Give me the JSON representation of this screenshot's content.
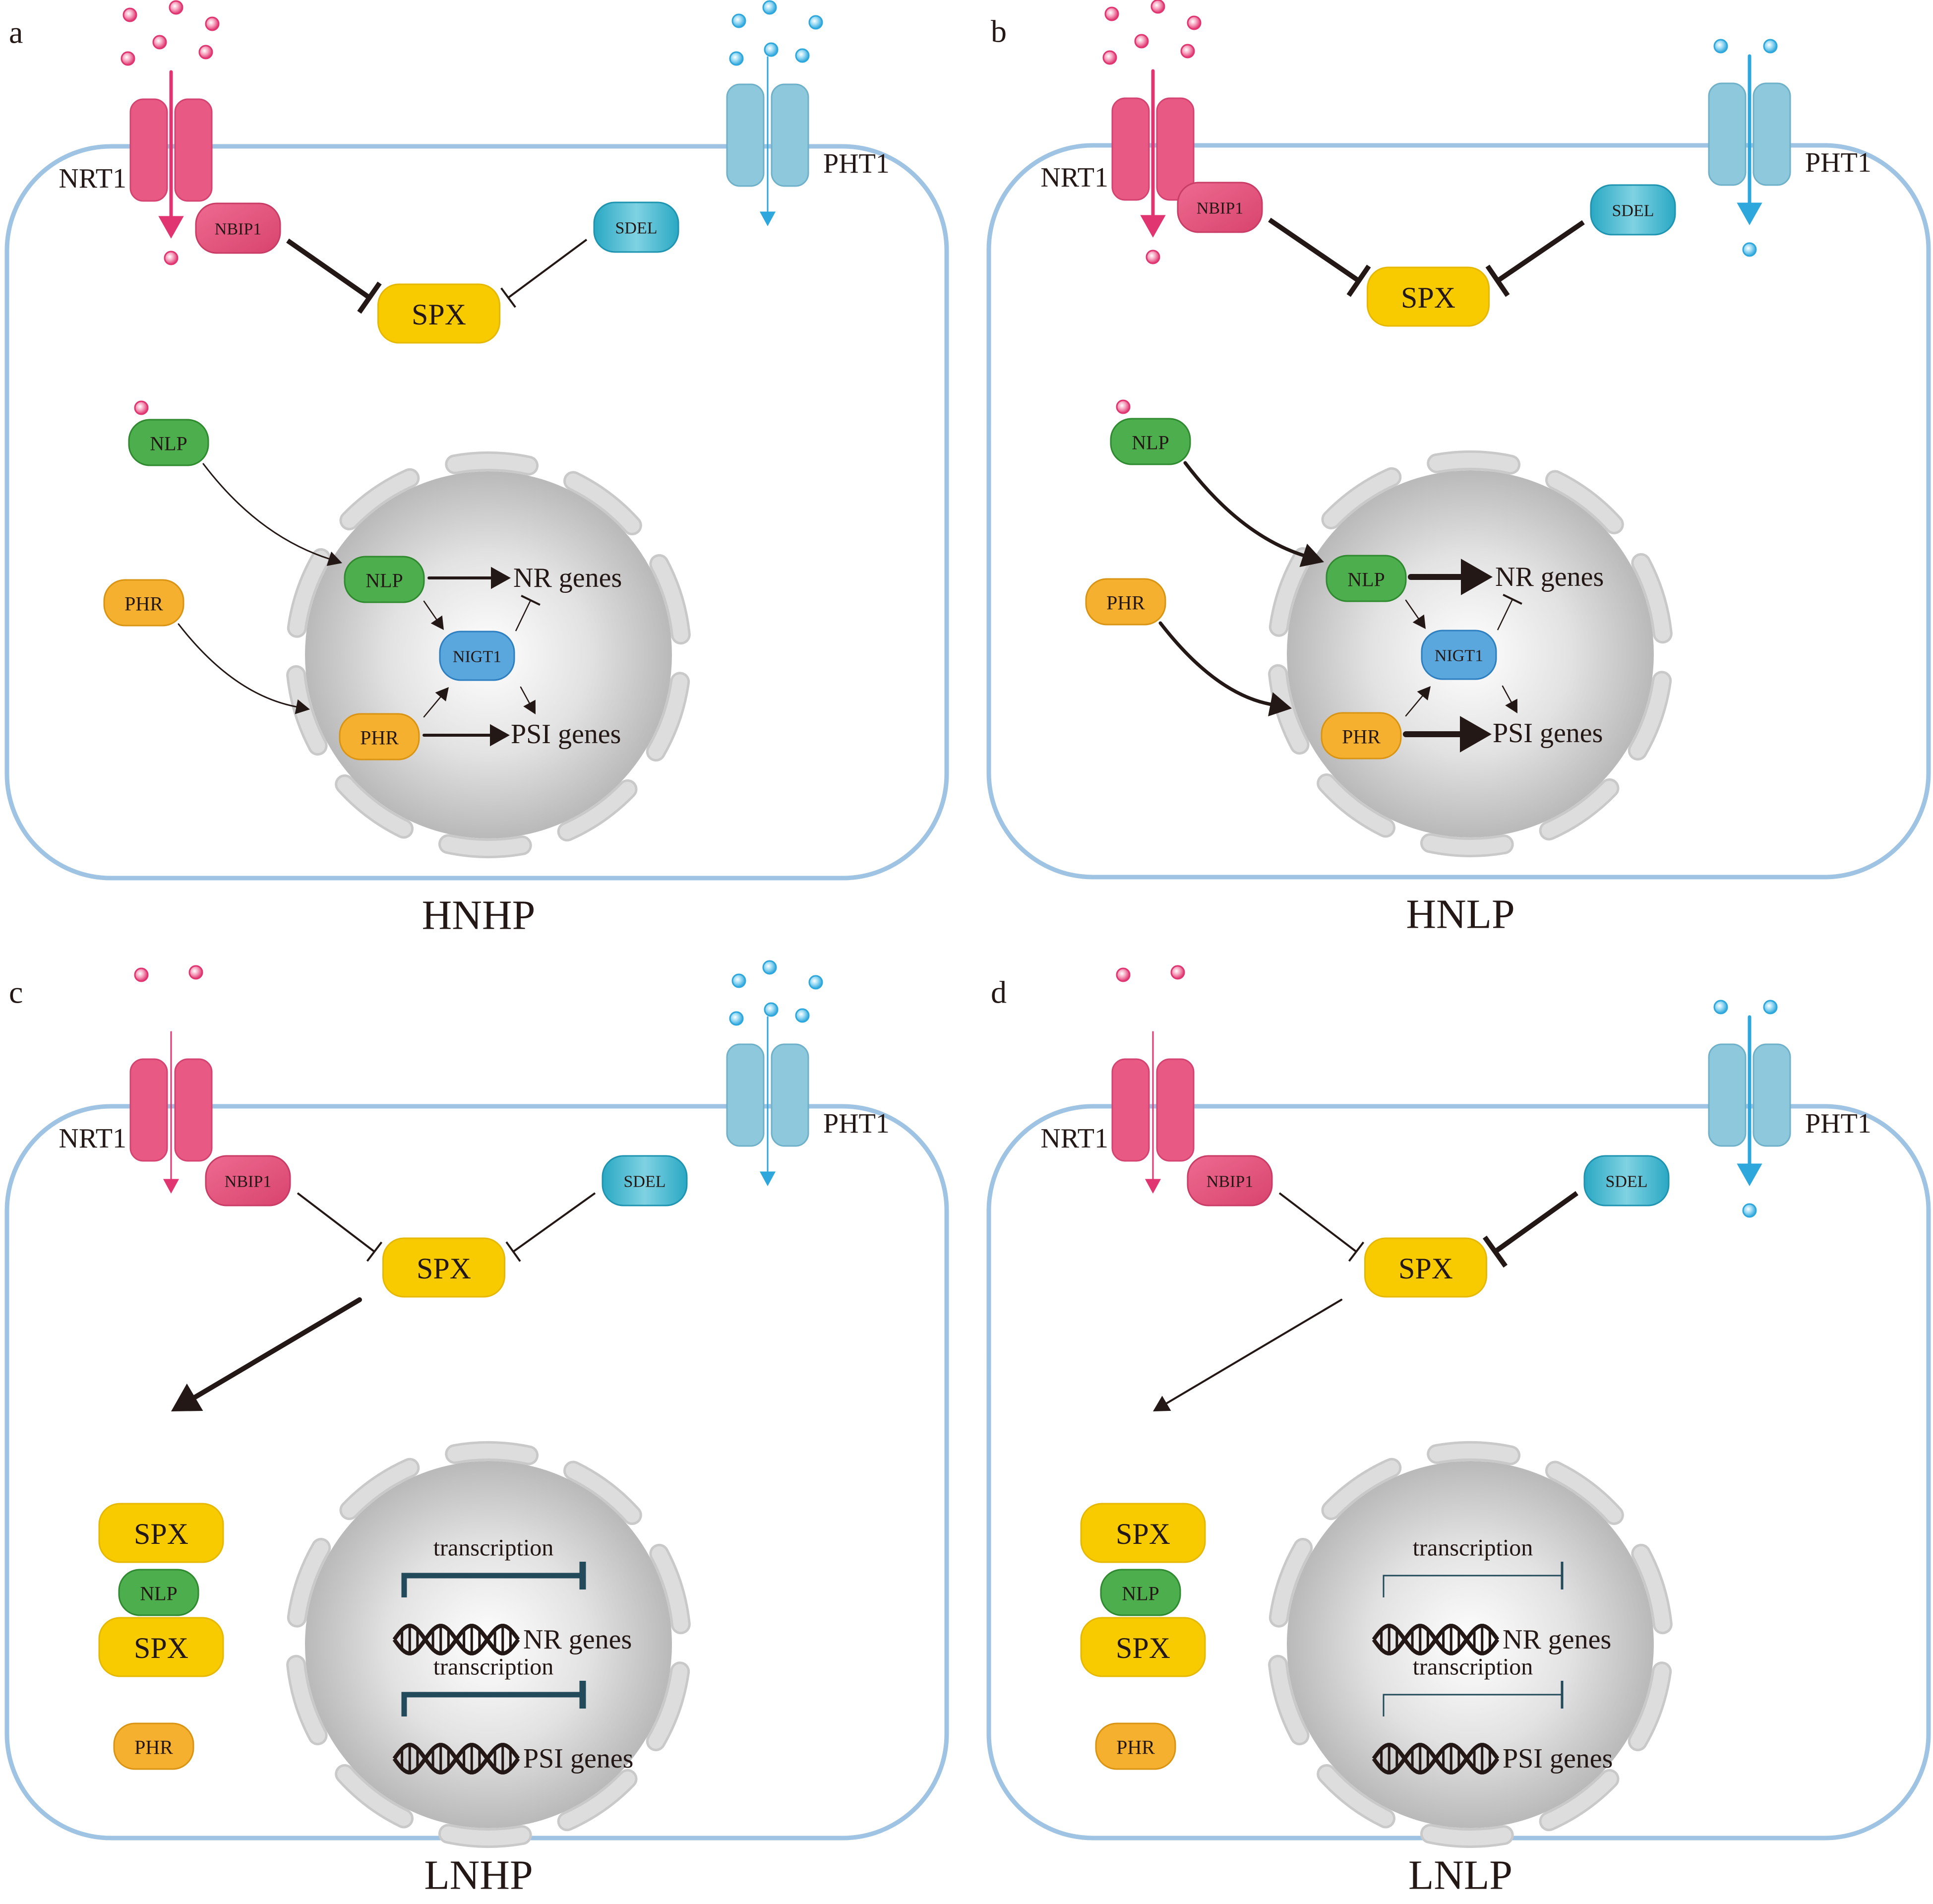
{
  "colors": {
    "membrane": "#9fc3e3",
    "nrt1": "#e85a83",
    "nitrate_ion": "#e03570",
    "pht1": "#8ec8dc",
    "phosphate_ion": "#2ea7dc",
    "spx": "#f8cb00",
    "nlp": "#4cae4c",
    "phr": "#f6b030",
    "sdel": "#3bb7cc",
    "nigt1": "#5aa7de",
    "nbip1": "#e8567f",
    "nucleus": "#c8c8c8",
    "arrow": "#231815",
    "transcription_bar": "#234a5a"
  },
  "proteins": {
    "nrt1": "NRT1",
    "pht1": "PHT1",
    "nbip1": "NBIP1",
    "sdel": "SDEL",
    "spx": "SPX",
    "nlp": "NLP",
    "phr": "PHR",
    "nigt1": "NIGT1"
  },
  "genes": {
    "nr": "NR genes",
    "psi": "PSI genes",
    "transcription": "transcription"
  },
  "panels": [
    {
      "id": "a",
      "letter": "a",
      "label": "HNHP",
      "nitrate": "high",
      "phosphate": "high",
      "nucleus_mode": "active"
    },
    {
      "id": "b",
      "letter": "b",
      "label": "HNLP",
      "nitrate": "high",
      "phosphate": "low",
      "nucleus_mode": "active"
    },
    {
      "id": "c",
      "letter": "c",
      "label": "LNHP",
      "nitrate": "low",
      "phosphate": "high",
      "nucleus_mode": "repressed"
    },
    {
      "id": "d",
      "letter": "d",
      "label": "LNLP",
      "nitrate": "low",
      "phosphate": "low",
      "nucleus_mode": "repressed"
    }
  ]
}
